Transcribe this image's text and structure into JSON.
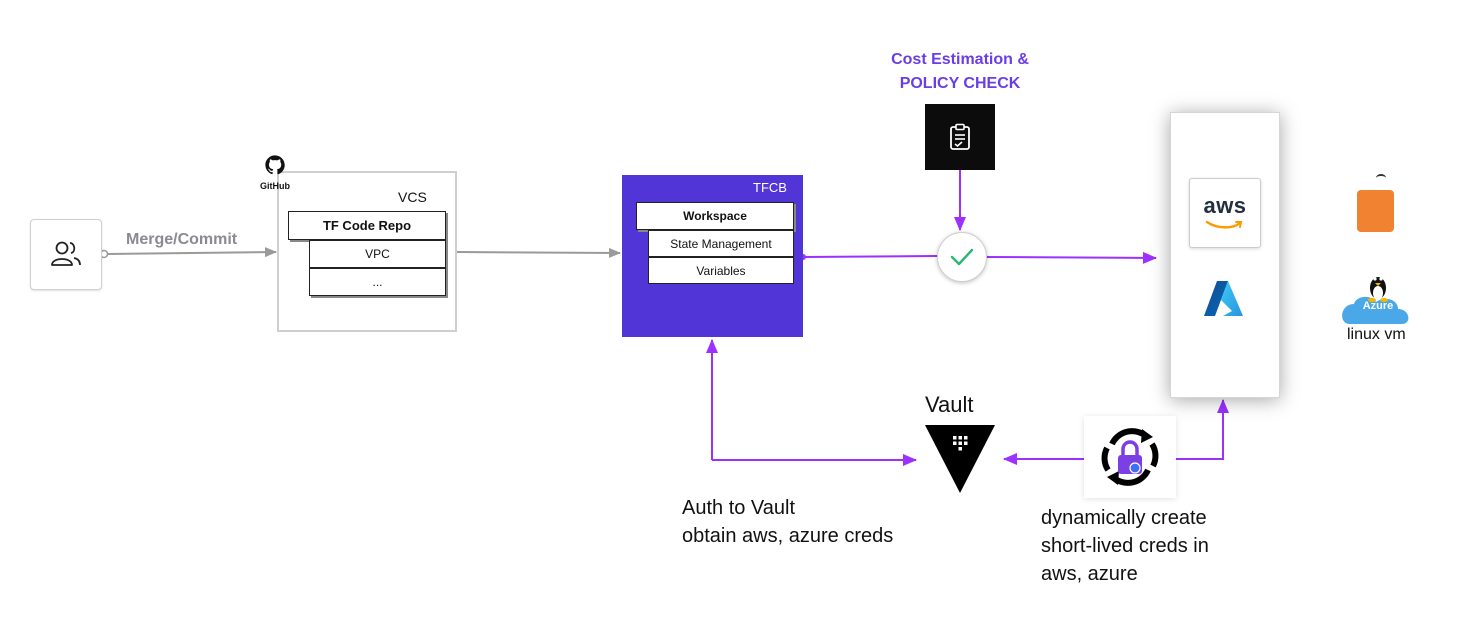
{
  "colors": {
    "accent_purple": "#9b30ff",
    "tfcb_fill": "#5135d6",
    "policy_text": "#6a3ee6",
    "grey_edge": "#9a9a9a"
  },
  "edges": {
    "merge_commit": "Merge/Commit"
  },
  "vcs": {
    "logo_text": "GitHub",
    "title": "VCS",
    "repo": "TF Code Repo",
    "items": [
      "VPC",
      "..."
    ]
  },
  "tfcb": {
    "title": "TFCB",
    "workspace": "Workspace",
    "items": [
      "State Management",
      "Variables"
    ]
  },
  "policy": {
    "line1": "Cost Estimation &",
    "line2": "POLICY CHECK"
  },
  "clouds": {
    "aws_logo": "aws",
    "azure_icon": "azure-icon"
  },
  "targets": {
    "vm_cloud_text": "Azure",
    "linux_label": "linux vm"
  },
  "vault": {
    "label": "Vault",
    "auth_line1": "Auth to Vault",
    "auth_line2": "obtain aws, azure creds"
  },
  "dynamic": {
    "line1": "dynamically create",
    "line2": "short-lived creds in",
    "line3": "aws, azure"
  }
}
